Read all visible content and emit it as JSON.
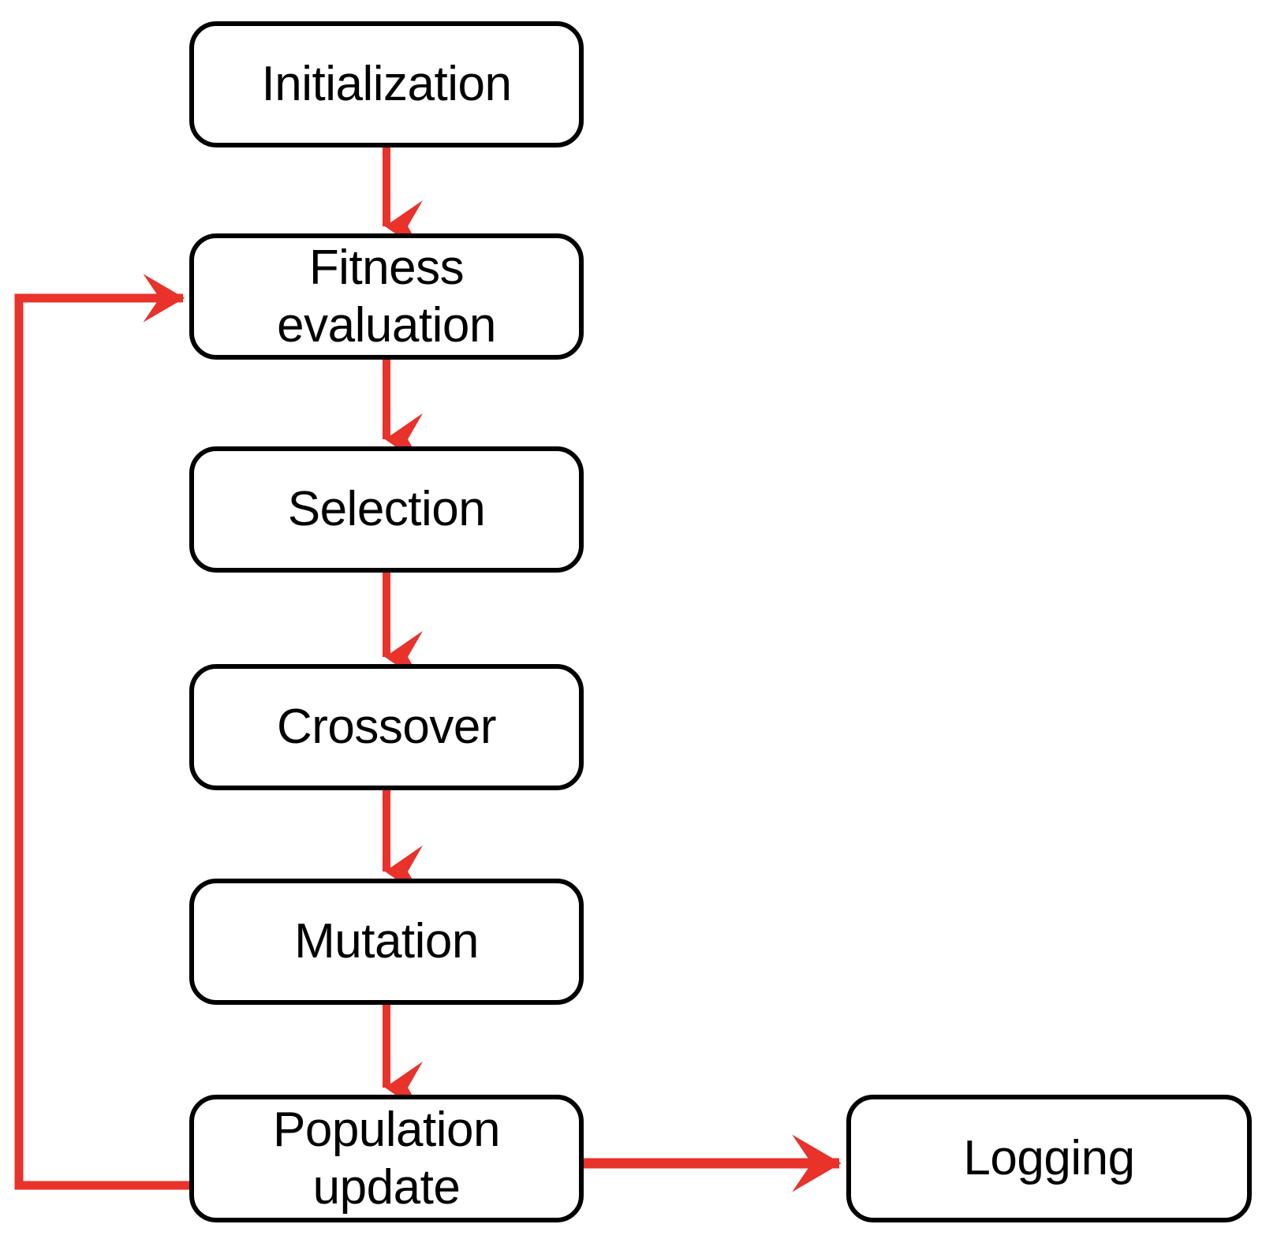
{
  "diagram": {
    "title": "Genetic algorithm workflow flowchart",
    "colors": {
      "arrow": "#E8322A",
      "node_border": "#000000",
      "node_fill": "#FFFFFF",
      "text": "#000000",
      "background": "#FFFFFF"
    },
    "nodes": [
      {
        "id": "initialization",
        "label": "Initialization"
      },
      {
        "id": "fitness",
        "label": "Fitness\nevaluation"
      },
      {
        "id": "selection",
        "label": "Selection"
      },
      {
        "id": "crossover",
        "label": "Crossover"
      },
      {
        "id": "mutation",
        "label": "Mutation"
      },
      {
        "id": "population",
        "label": "Population\nupdate"
      },
      {
        "id": "logging",
        "label": "Logging"
      }
    ],
    "edges": [
      {
        "id": "edge-initialization-fitness",
        "from": "initialization",
        "to": "fitness",
        "kind": "vertical-arrow"
      },
      {
        "id": "edge-fitness-selection",
        "from": "fitness",
        "to": "selection",
        "kind": "vertical-arrow"
      },
      {
        "id": "edge-selection-crossover",
        "from": "selection",
        "to": "crossover",
        "kind": "vertical-arrow"
      },
      {
        "id": "edge-crossover-mutation",
        "from": "crossover",
        "to": "mutation",
        "kind": "vertical-arrow"
      },
      {
        "id": "edge-mutation-population",
        "from": "mutation",
        "to": "population",
        "kind": "vertical-arrow"
      },
      {
        "id": "edge-population-logging",
        "from": "population",
        "to": "logging",
        "kind": "horizontal-arrow"
      },
      {
        "id": "edge-population-fitness-loop",
        "from": "population",
        "to": "fitness",
        "kind": "feedback-loop"
      }
    ]
  }
}
